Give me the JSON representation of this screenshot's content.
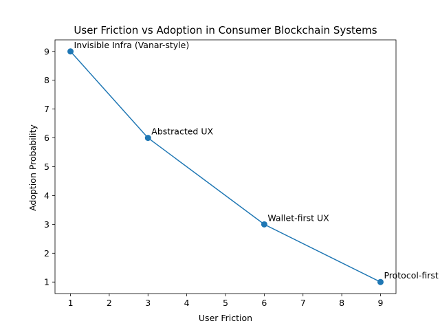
{
  "chart_data": {
    "type": "line",
    "title": "User Friction vs Adoption in Consumer Blockchain Systems",
    "xlabel": "User Friction",
    "ylabel": "Adoption Probability",
    "xlim": [
      0.6,
      9.4
    ],
    "ylim": [
      0.6,
      9.4
    ],
    "xticks": [
      1,
      2,
      3,
      4,
      5,
      6,
      7,
      8,
      9
    ],
    "yticks": [
      1,
      2,
      3,
      4,
      5,
      6,
      7,
      8,
      9
    ],
    "grid": false,
    "series": [
      {
        "x": [
          1,
          3,
          6,
          9
        ],
        "y": [
          9,
          6,
          3,
          1
        ],
        "marker": "circle",
        "color": "#1f77b4"
      }
    ],
    "annotations": [
      {
        "x": 1,
        "y": 9,
        "text": "Invisible Infra (Vanar-style)"
      },
      {
        "x": 3,
        "y": 6,
        "text": "Abstracted UX"
      },
      {
        "x": 6,
        "y": 3,
        "text": "Wallet-first UX"
      },
      {
        "x": 9,
        "y": 1,
        "text": "Protocol-first"
      }
    ]
  }
}
